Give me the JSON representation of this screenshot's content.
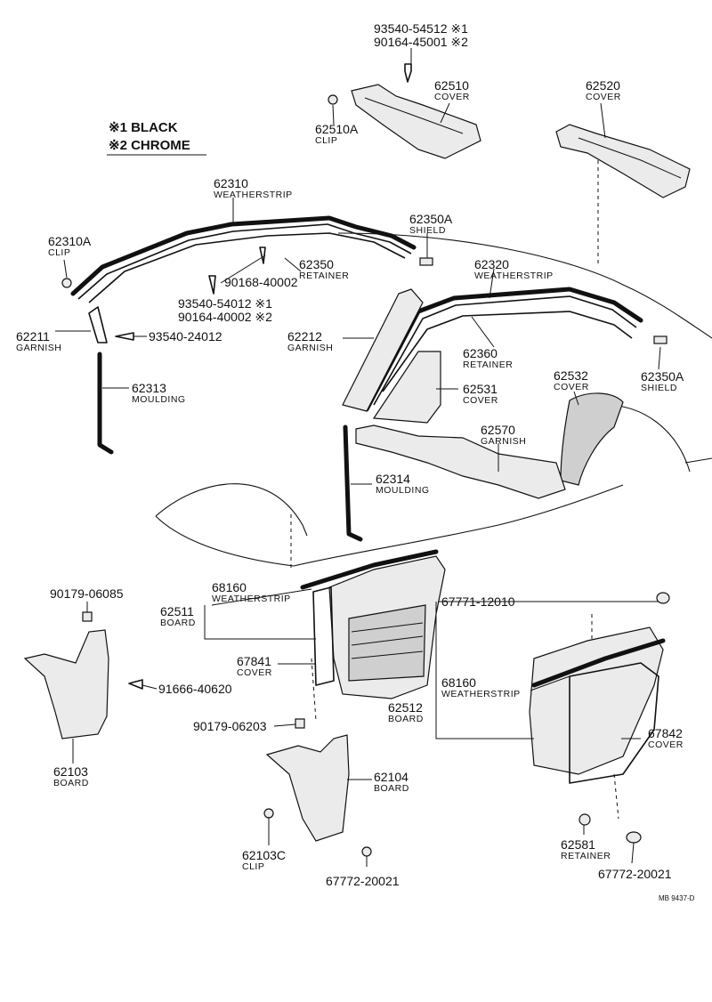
{
  "legend": {
    "black": "※1 BLACK",
    "chrome": "※2 CHROME"
  },
  "figure_code": "MB 9437-D",
  "parts": [
    {
      "id": "p93540_54512",
      "number": "93540-54512 ※1",
      "name": ""
    },
    {
      "id": "p90164_45001",
      "number": "90164-45001 ※2",
      "name": ""
    },
    {
      "id": "p62510",
      "number": "62510",
      "name": "COVER"
    },
    {
      "id": "p62510A",
      "number": "62510A",
      "name": "CLIP"
    },
    {
      "id": "p62520",
      "number": "62520",
      "name": "COVER"
    },
    {
      "id": "p62310",
      "number": "62310",
      "name": "WEATHERSTRIP"
    },
    {
      "id": "p62350A_top",
      "number": "62350A",
      "name": "SHIELD"
    },
    {
      "id": "p62310A",
      "number": "62310A",
      "name": "CLIP"
    },
    {
      "id": "p62350",
      "number": "62350",
      "name": "RETAINER"
    },
    {
      "id": "p90168_40002",
      "number": "90168-40002",
      "name": ""
    },
    {
      "id": "p93540_54012",
      "number": "93540-54012 ※1",
      "name": ""
    },
    {
      "id": "p90164_40002",
      "number": "90164-40002 ※2",
      "name": ""
    },
    {
      "id": "p62211",
      "number": "62211",
      "name": "GARNISH"
    },
    {
      "id": "p93540_24012",
      "number": "93540-24012",
      "name": ""
    },
    {
      "id": "p62313",
      "number": "62313",
      "name": "MOULDING"
    },
    {
      "id": "p62320",
      "number": "62320",
      "name": "WEATHERSTRIP"
    },
    {
      "id": "p62212",
      "number": "62212",
      "name": "GARNISH"
    },
    {
      "id": "p62360",
      "number": "62360",
      "name": "RETAINER"
    },
    {
      "id": "p62350A_right",
      "number": "62350A",
      "name": "SHIELD"
    },
    {
      "id": "p62532",
      "number": "62532",
      "name": "COVER"
    },
    {
      "id": "p62531",
      "number": "62531",
      "name": "COVER"
    },
    {
      "id": "p62570",
      "number": "62570",
      "name": "GARNISH"
    },
    {
      "id": "p62314",
      "number": "62314",
      "name": "MOULDING"
    },
    {
      "id": "p90179_06085",
      "number": "90179-06085",
      "name": ""
    },
    {
      "id": "p68160_left",
      "number": "68160",
      "name": "WEATHERSTRIP"
    },
    {
      "id": "p62511",
      "number": "62511",
      "name": "BOARD"
    },
    {
      "id": "p67771_12010",
      "number": "67771-12010",
      "name": ""
    },
    {
      "id": "p67841",
      "number": "67841",
      "name": "COVER"
    },
    {
      "id": "p91666_40620",
      "number": "91666-40620",
      "name": ""
    },
    {
      "id": "p68160_right",
      "number": "68160",
      "name": "WEATHERSTRIP"
    },
    {
      "id": "p62512",
      "number": "62512",
      "name": "BOARD"
    },
    {
      "id": "p90179_06203",
      "number": "90179-06203",
      "name": ""
    },
    {
      "id": "p67842",
      "number": "67842",
      "name": "COVER"
    },
    {
      "id": "p62103",
      "number": "62103",
      "name": "BOARD"
    },
    {
      "id": "p62104",
      "number": "62104",
      "name": "BOARD"
    },
    {
      "id": "p62103C",
      "number": "62103C",
      "name": "CLIP"
    },
    {
      "id": "p62581",
      "number": "62581",
      "name": "RETAINER"
    },
    {
      "id": "p67772_20021_mid",
      "number": "67772-20021",
      "name": ""
    },
    {
      "id": "p67772_20021_right",
      "number": "67772-20021",
      "name": ""
    }
  ]
}
